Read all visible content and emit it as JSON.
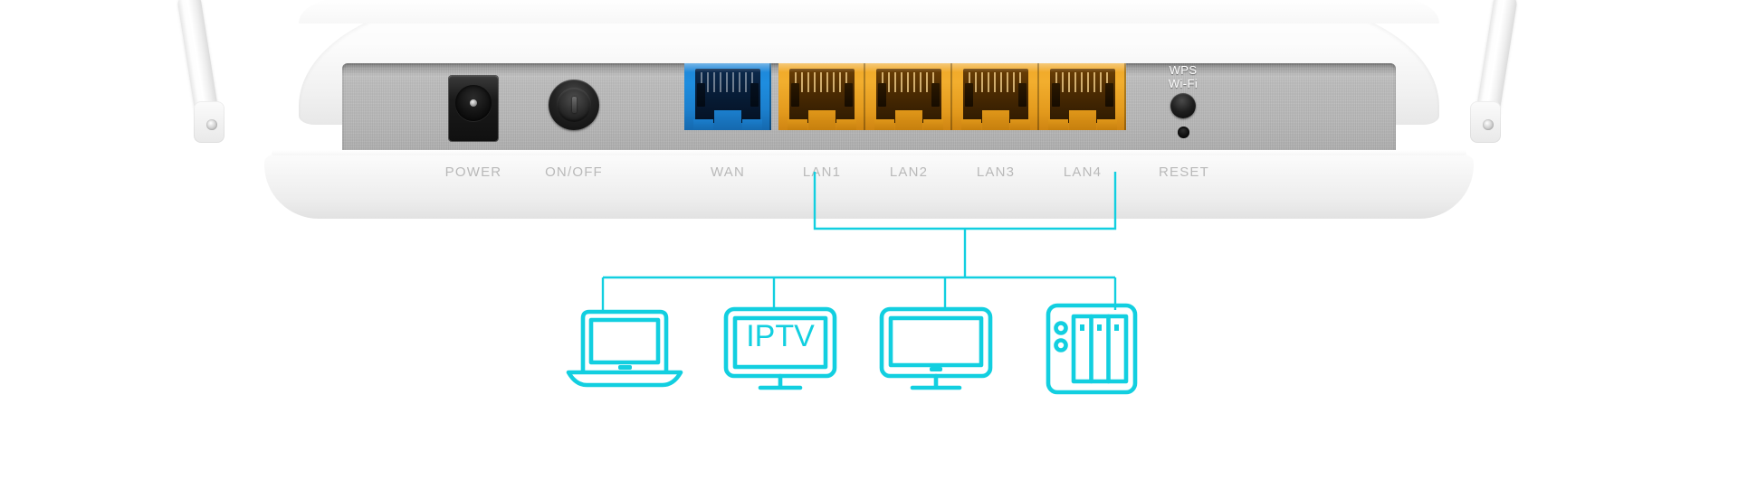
{
  "product": {
    "type": "wireless-router-rear-panel",
    "accent_color": "#12cfe0",
    "wan_port_color": "#1e8ddf",
    "lan_port_color": "#f0a827"
  },
  "panel": {
    "ports": [
      {
        "id": "power",
        "label": "POWER",
        "kind": "dc-jack"
      },
      {
        "id": "onoff",
        "label": "ON/OFF",
        "kind": "power-button"
      },
      {
        "id": "wan",
        "label": "WAN",
        "kind": "rj45",
        "color": "#1e8ddf"
      },
      {
        "id": "lan1",
        "label": "LAN1",
        "kind": "rj45",
        "color": "#f0a827"
      },
      {
        "id": "lan2",
        "label": "LAN2",
        "kind": "rj45",
        "color": "#f0a827"
      },
      {
        "id": "lan3",
        "label": "LAN3",
        "kind": "rj45",
        "color": "#f0a827"
      },
      {
        "id": "lan4",
        "label": "LAN4",
        "kind": "rj45",
        "color": "#f0a827"
      },
      {
        "id": "reset",
        "label": "RESET",
        "kind": "pinhole"
      }
    ],
    "wps_button": {
      "line1": "WPS",
      "line2": "Wi-Fi"
    }
  },
  "devices": [
    {
      "id": "laptop",
      "name": "laptop",
      "label": ""
    },
    {
      "id": "iptv",
      "name": "iptv-set-top-box",
      "label": "IPTV"
    },
    {
      "id": "tv",
      "name": "monitor",
      "label": ""
    },
    {
      "id": "nas",
      "name": "nas-storage",
      "label": ""
    }
  ],
  "connector": {
    "source": "lan-ports",
    "targets": [
      "laptop",
      "iptv",
      "tv",
      "nas"
    ]
  }
}
